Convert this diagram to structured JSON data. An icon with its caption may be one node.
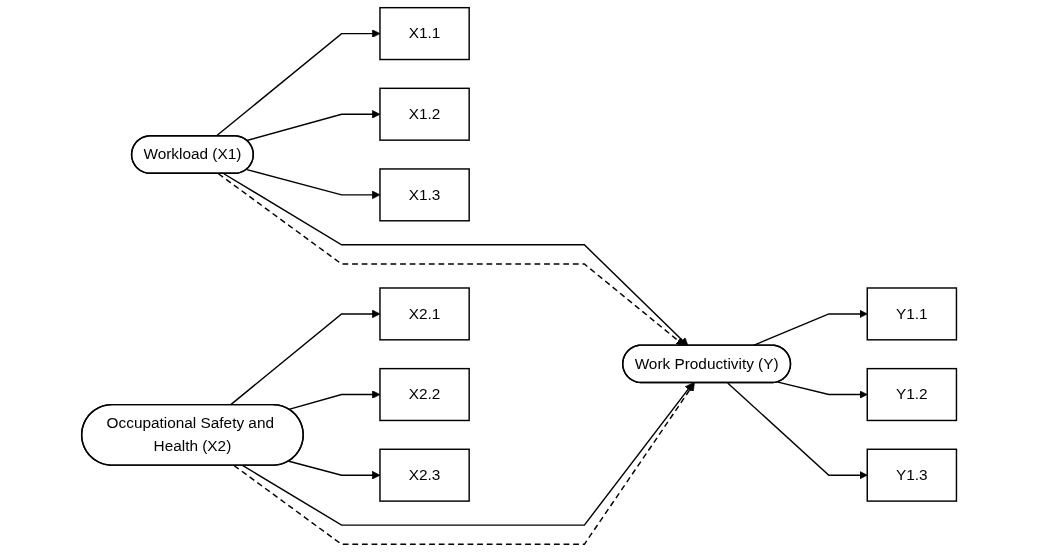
{
  "diagram": {
    "nodes": [
      {
        "text": [
          "Workload (X1)"
        ]
      },
      {
        "text": [
          "X1.1"
        ]
      },
      {
        "text": [
          "X1.2"
        ]
      },
      {
        "text": [
          "X1.3"
        ]
      },
      {
        "text": [
          "Occupational Safety and Health (X2)"
        ]
      },
      {
        "text": [
          "X2.1"
        ]
      },
      {
        "text": [
          "X2.2"
        ]
      },
      {
        "text": [
          "X2.3"
        ]
      },
      {
        "text": [
          "Work Productivity (Y)"
        ]
      },
      {
        "text": [
          "Y1.1"
        ]
      },
      {
        "text": [
          "Y1.2"
        ]
      },
      {
        "text": [
          "Y1.3"
        ]
      }
    ],
    "edges": [
      {
        "from": 0,
        "to": 1,
        "arrow": "to"
      },
      {
        "from": 0,
        "to": 2,
        "arrow": "to"
      },
      {
        "from": 0,
        "to": 3,
        "arrow": "to"
      },
      {
        "from": 4,
        "to": 5,
        "arrow": "to"
      },
      {
        "from": 4,
        "to": 6,
        "arrow": "to"
      },
      {
        "from": 4,
        "to": 7,
        "arrow": "to"
      },
      {
        "from": 0,
        "to": 8,
        "arrow": "to"
      },
      {
        "from": 4,
        "to": 8,
        "arrow": "to"
      },
      {
        "from": 0,
        "to": 8,
        "arrow": "to",
        "style": "dashed"
      },
      {
        "from": 4,
        "to": 8,
        "arrow": "to",
        "style": "dashed"
      },
      {
        "from": 8,
        "to": 9,
        "arrow": "to"
      },
      {
        "from": 8,
        "to": 10,
        "arrow": "to"
      },
      {
        "from": 8,
        "to": 11,
        "arrow": "to"
      }
    ]
  }
}
